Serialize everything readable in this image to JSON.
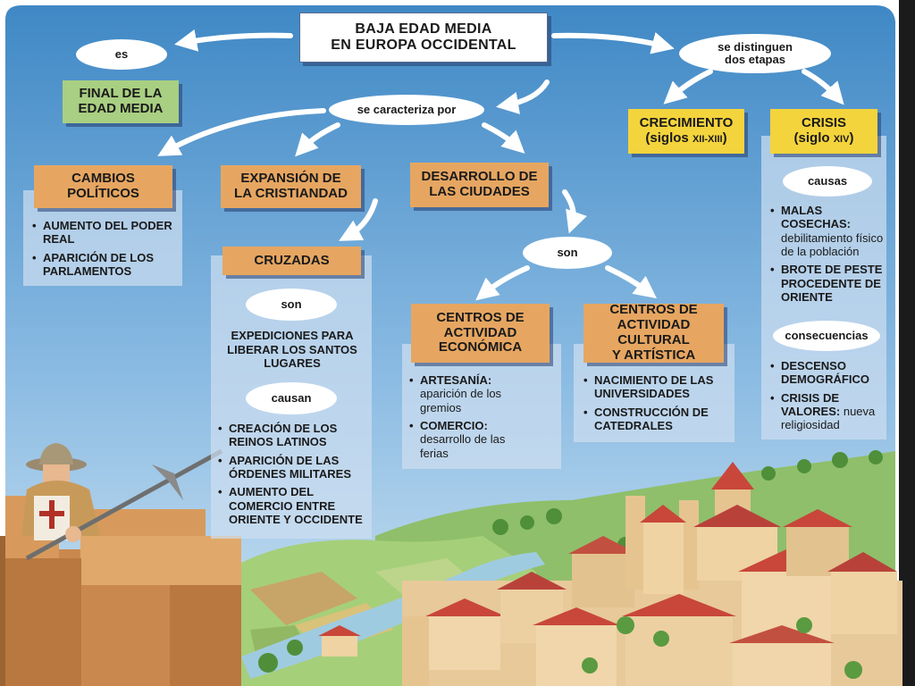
{
  "title": "BAJA EDAD MEDIA\nEN EUROPA OCCIDENTAL",
  "connectors": {
    "es": "es",
    "se_caracteriza_por": "se caracteriza por",
    "se_distinguen": "se distinguen\ndos etapas",
    "son_ciudades": "son",
    "son_cruzadas": "son",
    "causan": "causan",
    "causas": "causas",
    "consecuencias": "consecuencias"
  },
  "final": "FINAL DE LA\nEDAD MEDIA",
  "cambios": {
    "title": "CAMBIOS\nPOLÍTICOS",
    "items": [
      "AUMENTO DEL PODER REAL",
      "APARICIÓN DE LOS PARLAMENTOS"
    ]
  },
  "expansion": {
    "title": "EXPANSIÓN DE\nLA CRISTIANDAD",
    "cruzadas": "CRUZADAS",
    "son_text": "EXPEDICIONES PARA\nLIBERAR LOS SANTOS\nLUGARES",
    "causan_items": [
      "CREACIÓN DE LOS REINOS LATINOS",
      "APARICIÓN DE LAS ÓRDENES MILITARES",
      "AUMENTO DEL COMERCIO ENTRE ORIENTE Y OCCIDENTE"
    ]
  },
  "desarrollo": {
    "title": "DESARROLLO DE\nLAS CIUDADES",
    "economica": {
      "title": "CENTROS DE\nACTIVIDAD\nECONÓMICA",
      "item1_bold": "ARTESANÍA:",
      "item1_rest": "aparición de los gremios",
      "item2_bold": "COMERCIO:",
      "item2_rest": "desarrollo de las ferias"
    },
    "cultural": {
      "title": "CENTROS DE\nACTIVIDAD CULTURAL\nY ARTÍSTICA",
      "items": [
        "NACIMIENTO DE LAS UNIVERSIDADES",
        "CONSTRUCCIÓN DE CATEDRALES"
      ]
    }
  },
  "crecimiento": {
    "title": "CRECIMIENTO",
    "sub_open": "(siglos ",
    "sub_small": "XII-XIII",
    "sub_close": ")"
  },
  "crisis": {
    "title": "CRISIS",
    "sub_open": "(siglo ",
    "sub_small": "XIV",
    "sub_close": ")",
    "causas": [
      {
        "bold": "MALAS COSECHAS:",
        "rest": "debilitamiento físico de la población"
      },
      {
        "bold": "BROTE DE PESTE PROCEDENTE DE ORIENTE",
        "rest": ""
      }
    ],
    "consecuencias": [
      {
        "bold": "DESCENSO DEMOGRÁFICO",
        "rest": ""
      },
      {
        "bold": "CRISIS DE VALORES:",
        "rest": "nueva religiosidad"
      }
    ]
  },
  "colors": {
    "sky_top": "#3f88c5",
    "sky_bottom": "#bcd9ee",
    "box_orange": "#e6a661",
    "box_green": "#a9cf82",
    "box_yellow": "#f4d43c",
    "roof_red": "#c8473a",
    "wall_tan": "#e8c99a"
  }
}
